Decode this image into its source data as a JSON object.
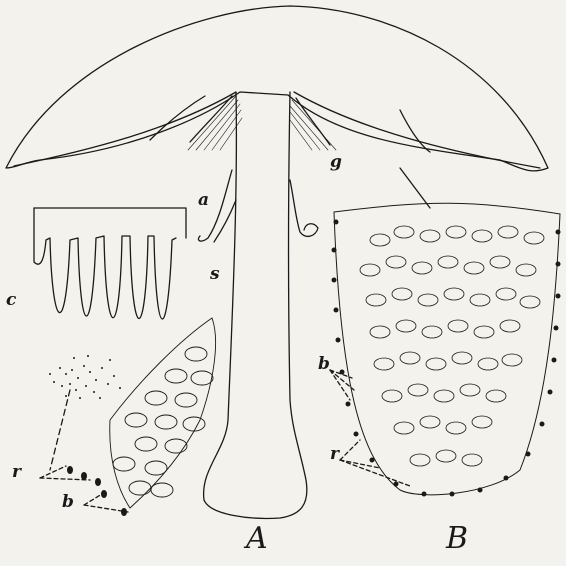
{
  "labels": {
    "a": "a",
    "s": "s",
    "g": "g",
    "c": "c",
    "b_left": "b",
    "r_left": "r",
    "b_right": "b",
    "r_right": "r",
    "A": "A",
    "B": "B"
  },
  "ink_color": "#1a1a1a",
  "paper_color": "#f3f2ec"
}
